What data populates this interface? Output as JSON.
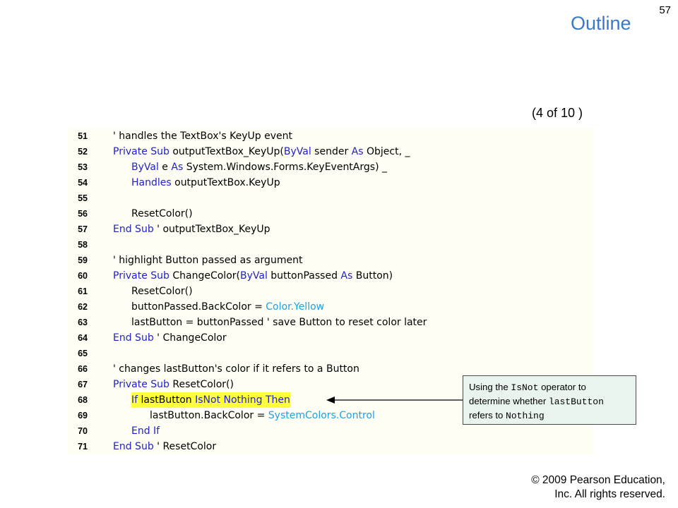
{
  "slide": {
    "number": "57",
    "title": "Outline",
    "page_indicator": "(4 of 10 )"
  },
  "code": {
    "lines": [
      {
        "num": "51",
        "indent": 0,
        "segments": [
          {
            "t": "' handles the TextBox's KeyUp event",
            "c": "tok"
          }
        ]
      },
      {
        "num": "52",
        "indent": 0,
        "segments": [
          {
            "t": "Private Sub",
            "c": "kw"
          },
          {
            "t": " outputTextBox_KeyUp(",
            "c": "tok"
          },
          {
            "t": "ByVal",
            "c": "kw"
          },
          {
            "t": " sender ",
            "c": "tok"
          },
          {
            "t": "As",
            "c": "kw"
          },
          {
            "t": " Object, _",
            "c": "tok"
          }
        ]
      },
      {
        "num": "53",
        "indent": 1,
        "segments": [
          {
            "t": "ByVal",
            "c": "kw"
          },
          {
            "t": " e ",
            "c": "tok"
          },
          {
            "t": "As",
            "c": "kw"
          },
          {
            "t": " System.Windows.Forms.KeyEventArgs) _",
            "c": "tok"
          }
        ]
      },
      {
        "num": "54",
        "indent": 1,
        "segments": [
          {
            "t": "Handles",
            "c": "kw"
          },
          {
            "t": " outputTextBox.KeyUp",
            "c": "tok"
          }
        ]
      },
      {
        "num": "55",
        "indent": 0,
        "segments": []
      },
      {
        "num": "56",
        "indent": 1,
        "segments": [
          {
            "t": "ResetColor()",
            "c": "tok"
          }
        ]
      },
      {
        "num": "57",
        "indent": 0,
        "segments": [
          {
            "t": "End Sub",
            "c": "kw"
          },
          {
            "t": " ' outputTextBox_KeyUp",
            "c": "tok"
          }
        ]
      },
      {
        "num": "58",
        "indent": 0,
        "segments": []
      },
      {
        "num": "59",
        "indent": 0,
        "segments": [
          {
            "t": "' highlight Button passed as argument",
            "c": "tok"
          }
        ]
      },
      {
        "num": "60",
        "indent": 0,
        "segments": [
          {
            "t": "Private Sub",
            "c": "kw"
          },
          {
            "t": " ChangeColor(",
            "c": "tok"
          },
          {
            "t": "ByVal",
            "c": "kw"
          },
          {
            "t": " buttonPassed ",
            "c": "tok"
          },
          {
            "t": "As",
            "c": "kw"
          },
          {
            "t": " Button)",
            "c": "tok"
          }
        ]
      },
      {
        "num": "61",
        "indent": 1,
        "segments": [
          {
            "t": "ResetColor()",
            "c": "tok"
          }
        ]
      },
      {
        "num": "62",
        "indent": 1,
        "segments": [
          {
            "t": "buttonPassed.BackColor = ",
            "c": "tok"
          },
          {
            "t": "Color.Yellow",
            "c": "str"
          }
        ]
      },
      {
        "num": "63",
        "indent": 1,
        "segments": [
          {
            "t": "lastButton = buttonPassed ' save Button to reset color later",
            "c": "tok"
          }
        ]
      },
      {
        "num": "64",
        "indent": 0,
        "segments": [
          {
            "t": "End Sub",
            "c": "kw"
          },
          {
            "t": " ' ChangeColor",
            "c": "tok"
          }
        ]
      },
      {
        "num": "65",
        "indent": 0,
        "segments": []
      },
      {
        "num": "66",
        "indent": 0,
        "segments": [
          {
            "t": "' changes lastButton's color if it refers to a Button",
            "c": "tok"
          }
        ]
      },
      {
        "num": "67",
        "indent": 0,
        "segments": [
          {
            "t": "Private Sub",
            "c": "kw"
          },
          {
            "t": " ResetColor()",
            "c": "tok"
          }
        ]
      },
      {
        "num": "68",
        "indent": 1,
        "highlight": true,
        "segments": [
          {
            "t": "If",
            "c": "kw"
          },
          {
            "t": " lastButton ",
            "c": "tok"
          },
          {
            "t": "IsNot Nothing Then",
            "c": "kw"
          }
        ]
      },
      {
        "num": "69",
        "indent": 2,
        "segments": [
          {
            "t": "lastButton.BackColor = ",
            "c": "tok"
          },
          {
            "t": "SystemColors.Control",
            "c": "str"
          }
        ]
      },
      {
        "num": "70",
        "indent": 1,
        "segments": [
          {
            "t": "End If",
            "c": "kw"
          }
        ]
      },
      {
        "num": "71",
        "indent": 0,
        "segments": [
          {
            "t": "End Sub",
            "c": "kw"
          },
          {
            "t": " ' ResetColor",
            "c": "tok"
          }
        ]
      }
    ]
  },
  "callout": {
    "part1": "Using the ",
    "code1": "IsNot",
    "part2": " operator to determine whether ",
    "code2": "lastButton",
    "part3": " refers to ",
    "code3": "Nothing"
  },
  "copyright": {
    "line1": "© 2009 Pearson Education,",
    "line2": "Inc.  All rights reserved."
  },
  "colors": {
    "title": "#3a78c8",
    "keyword": "#1f1fcc",
    "type_literal": "#1f9fe0",
    "highlight": "#ffff3c",
    "code_background": "#fefef4",
    "callout_background": "#eaf4ee"
  }
}
